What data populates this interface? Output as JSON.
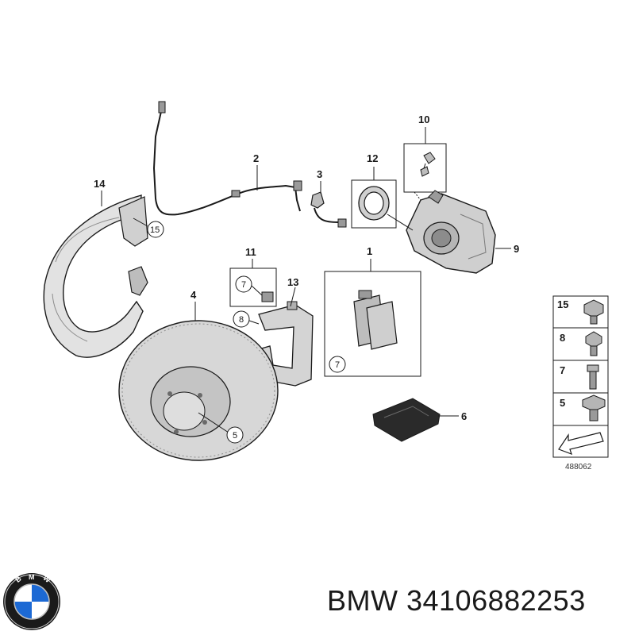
{
  "diagram": {
    "reference_code": "488062",
    "callouts": {
      "c1": "1",
      "c2": "2",
      "c3": "3",
      "c4": "4",
      "c6": "6",
      "c9": "9",
      "c10": "10",
      "c11": "11",
      "c12": "12",
      "c13": "13",
      "c14": "14"
    },
    "circled": {
      "shield_15": "15",
      "kit11_7": "7",
      "carrier_8": "8",
      "pads_7": "7",
      "disc_5": "5"
    },
    "legend": [
      {
        "number": "15"
      },
      {
        "number": "8"
      },
      {
        "number": "7"
      },
      {
        "number": "5"
      }
    ]
  },
  "footer": {
    "brand": "BMW",
    "part_number": "34106882253",
    "caption": "BMW 34106882253"
  },
  "colors": {
    "line": "#1a1a1a",
    "part_fill": "#d9d9d9",
    "part_dark": "#8c8c8c",
    "logo_blue": "#1c69d4"
  }
}
